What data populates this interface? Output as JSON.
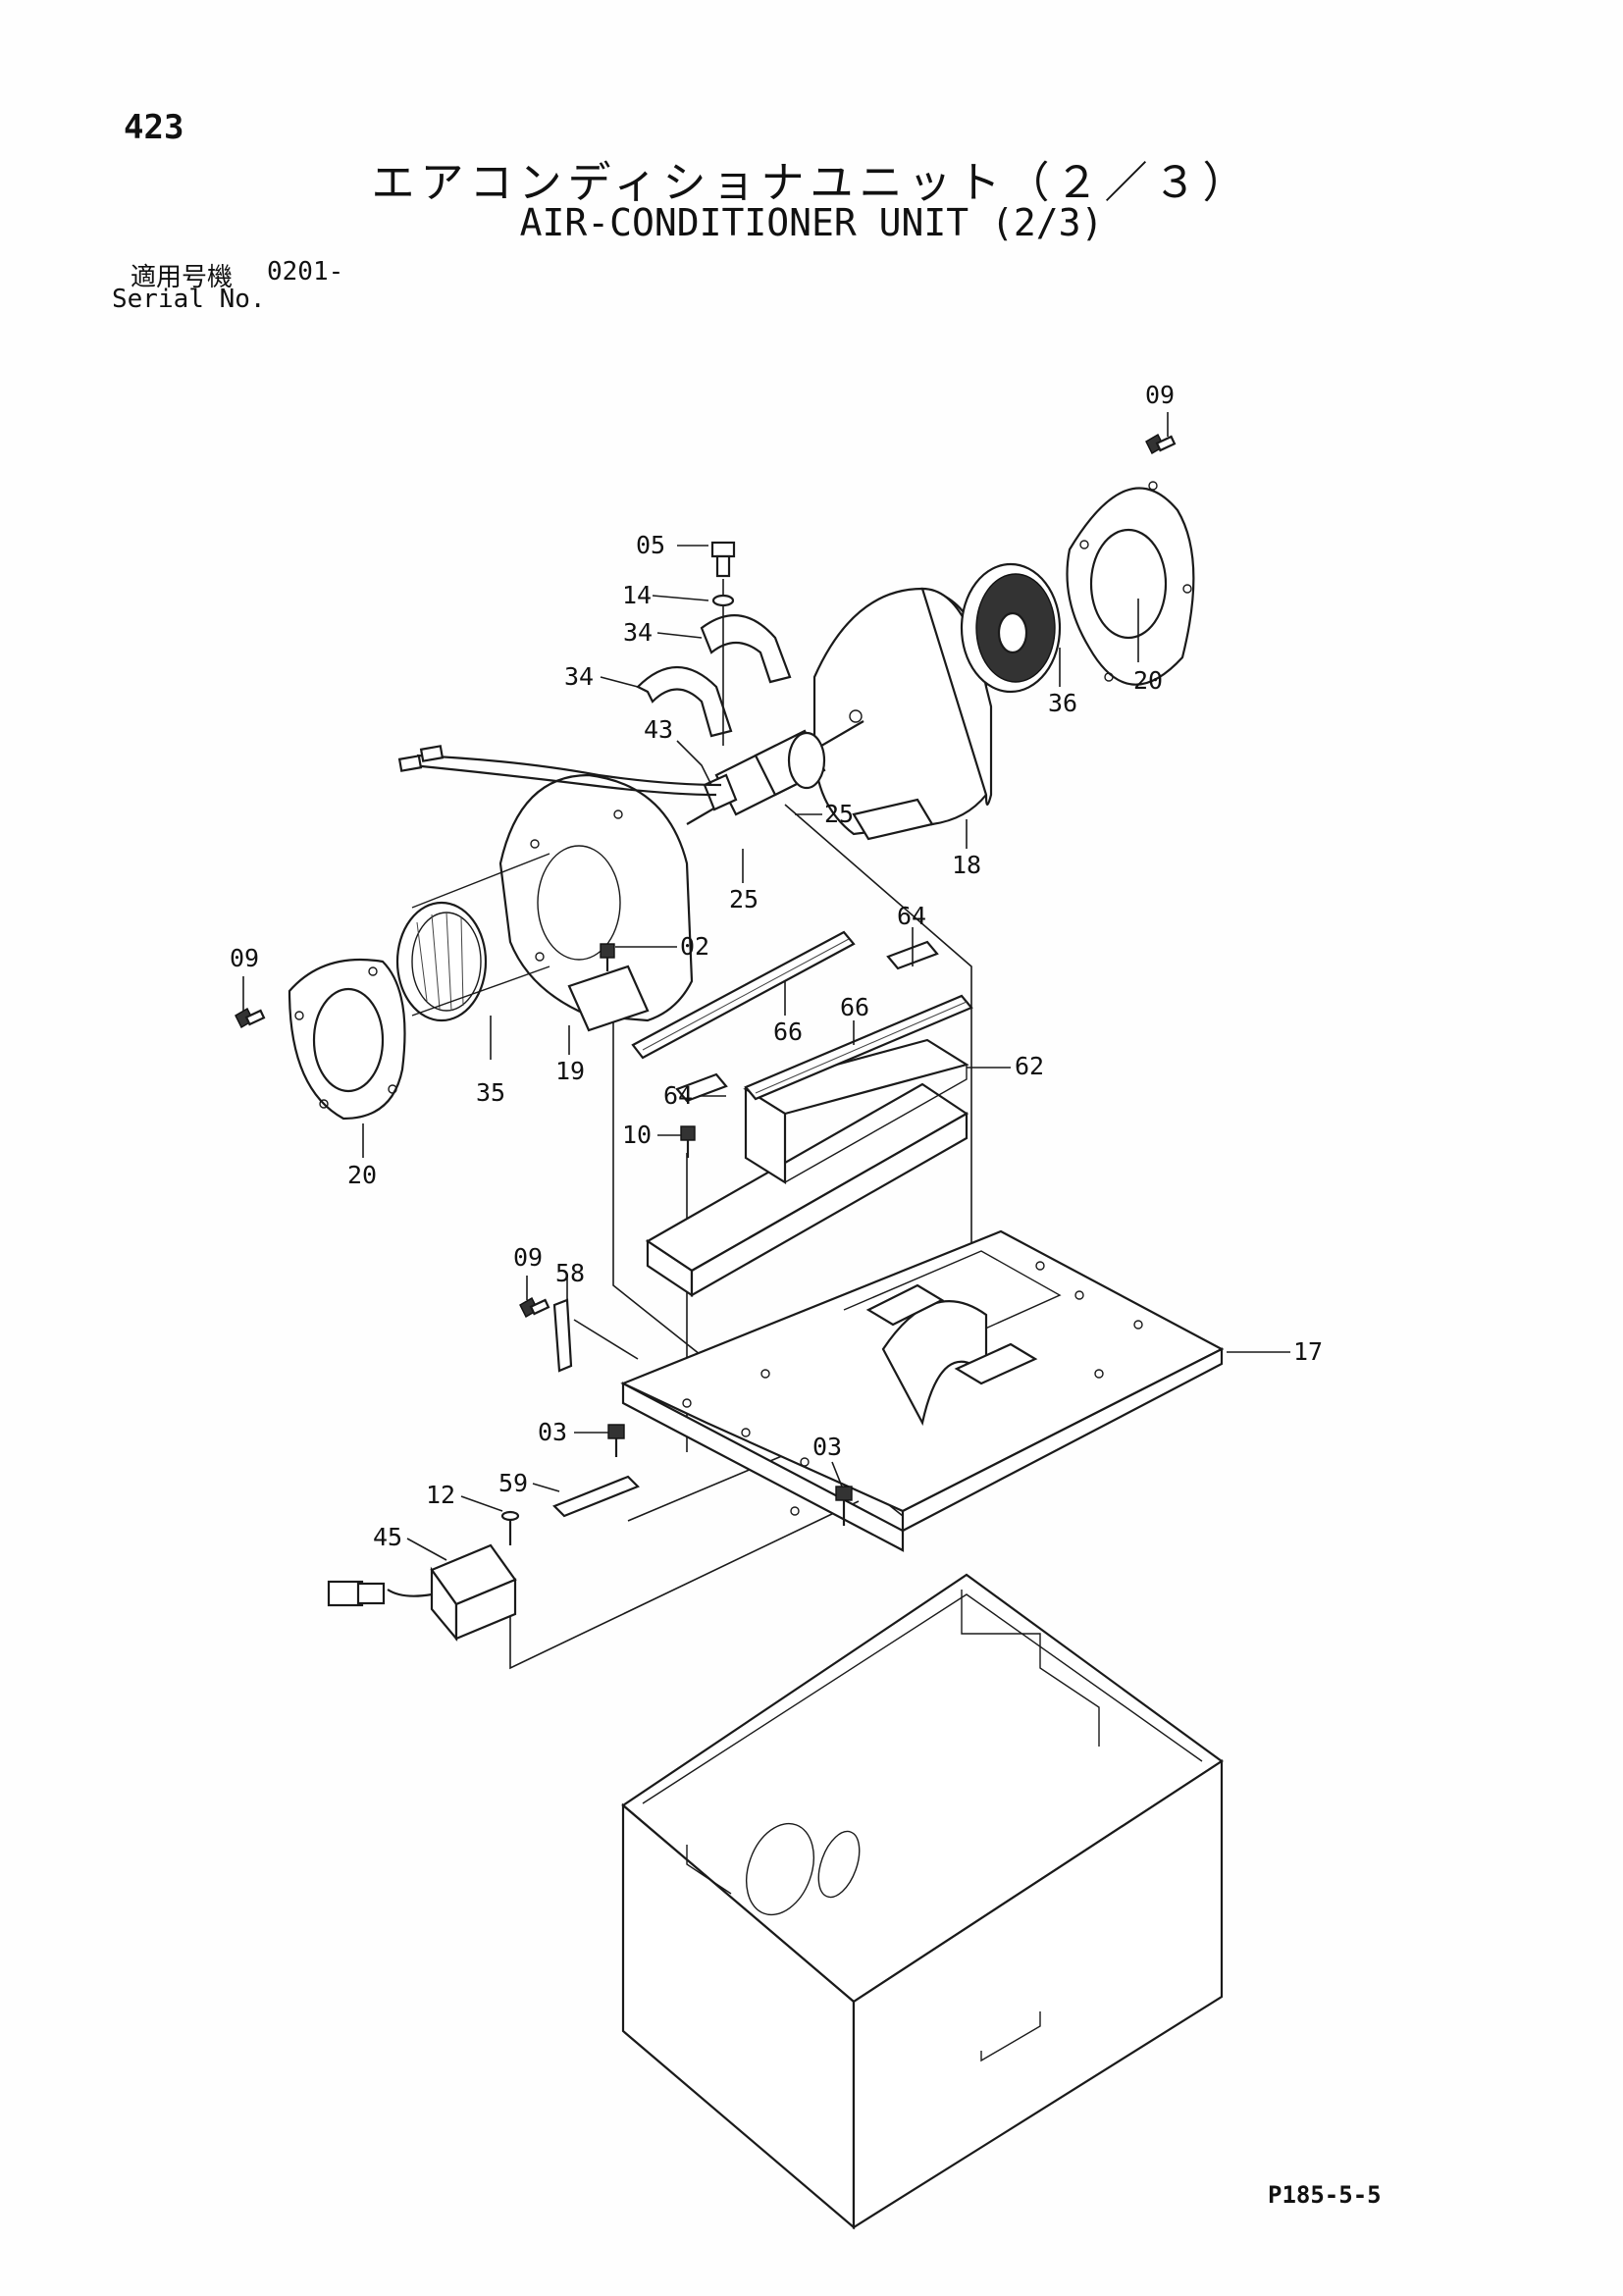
{
  "page": {
    "number": "423",
    "title_jp": "エアコンディショナユニット（２／３）",
    "title_en": "AIR-CONDITIONER UNIT (2/3)",
    "serial_label_jp": "適用号機",
    "serial_value": "0201-",
    "serial_label_en": "Serial No.",
    "page_code": "P185-5-5"
  },
  "callouts": [
    {
      "id": "c-09-a",
      "label": "09"
    },
    {
      "id": "c-20-a",
      "label": "20"
    },
    {
      "id": "c-36",
      "label": "36"
    },
    {
      "id": "c-05",
      "label": "05"
    },
    {
      "id": "c-14",
      "label": "14"
    },
    {
      "id": "c-34-a",
      "label": "34"
    },
    {
      "id": "c-34-b",
      "label": "34"
    },
    {
      "id": "c-43",
      "label": "43"
    },
    {
      "id": "c-25-a",
      "label": "25"
    },
    {
      "id": "c-25-b",
      "label": "25"
    },
    {
      "id": "c-18",
      "label": "18"
    },
    {
      "id": "c-02",
      "label": "02"
    },
    {
      "id": "c-09-b",
      "label": "09"
    },
    {
      "id": "c-64-a",
      "label": "64"
    },
    {
      "id": "c-66-a",
      "label": "66"
    },
    {
      "id": "c-66-b",
      "label": "66"
    },
    {
      "id": "c-19",
      "label": "19"
    },
    {
      "id": "c-35",
      "label": "35"
    },
    {
      "id": "c-62",
      "label": "62"
    },
    {
      "id": "c-64-b",
      "label": "64"
    },
    {
      "id": "c-10",
      "label": "10"
    },
    {
      "id": "c-20-b",
      "label": "20"
    },
    {
      "id": "c-09-c",
      "label": "09"
    },
    {
      "id": "c-58",
      "label": "58"
    },
    {
      "id": "c-17",
      "label": "17"
    },
    {
      "id": "c-03-a",
      "label": "03"
    },
    {
      "id": "c-03-b",
      "label": "03"
    },
    {
      "id": "c-59",
      "label": "59"
    },
    {
      "id": "c-12",
      "label": "12"
    },
    {
      "id": "c-45",
      "label": "45"
    }
  ]
}
